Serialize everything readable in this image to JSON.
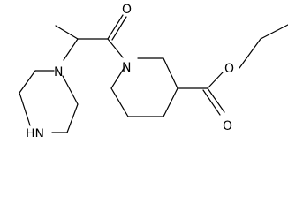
{
  "molecule": {
    "atoms": [
      {
        "id": "n_pip",
        "label": "N"
      },
      {
        "id": "nh_pip",
        "label": "HN"
      },
      {
        "id": "n_amide",
        "label": "N"
      },
      {
        "id": "o_carbonyl_amide",
        "label": "O"
      },
      {
        "id": "o_carbonyl_ester",
        "label": "O"
      },
      {
        "id": "o_ester",
        "label": "O"
      }
    ]
  }
}
